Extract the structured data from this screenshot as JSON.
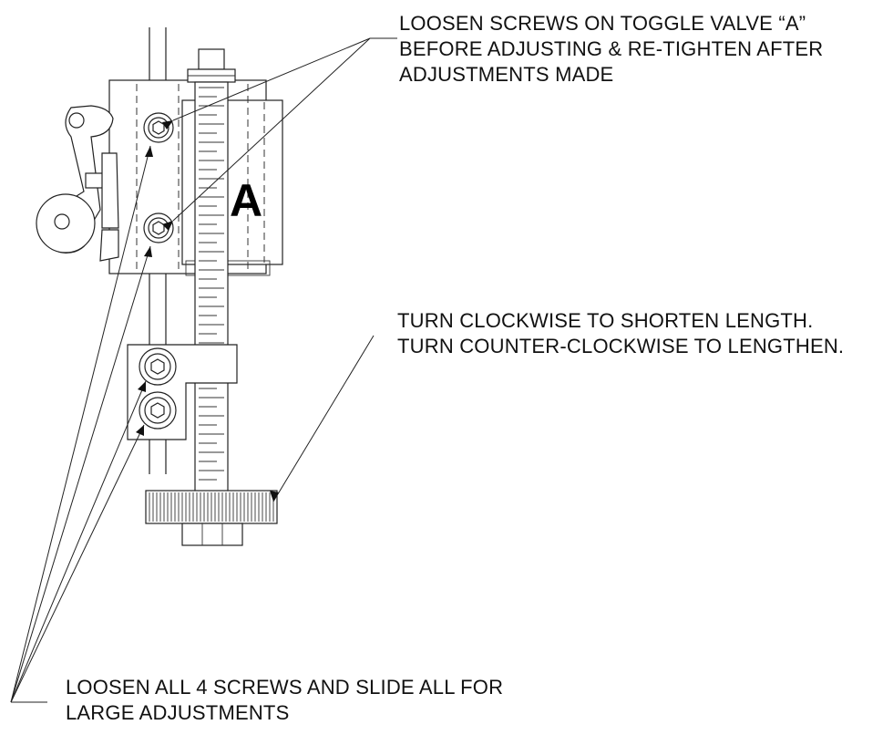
{
  "notes": {
    "toggle_valve": [
      "LOOSEN SCREWS ON TOGGLE VALVE “A”",
      "BEFORE ADJUSTING & RE-TIGHTEN AFTER",
      "ADJUSTMENTS MADE"
    ],
    "rotation": [
      "TURN CLOCKWISE TO SHORTEN LENGTH.",
      "TURN COUNTER-CLOCKWISE TO LENGTHEN."
    ],
    "large_adjust": [
      "LOOSEN ALL 4 SCREWS AND SLIDE ALL FOR",
      "LARGE ADJUSTMENTS"
    ]
  },
  "labels": {
    "valve_letter": "A"
  }
}
